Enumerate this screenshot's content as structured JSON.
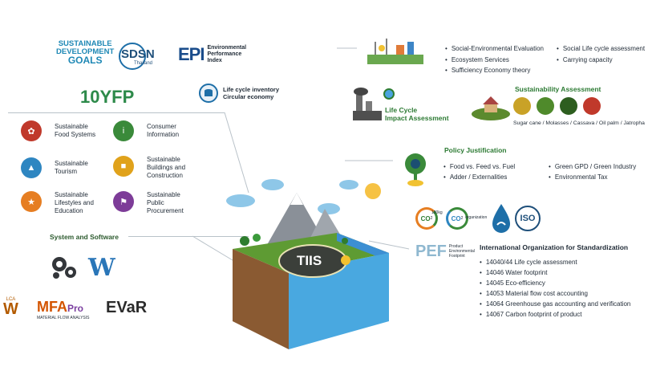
{
  "logos": {
    "sdg": [
      "SUSTAINABLE",
      "DEVELOPMENT",
      "GOALS"
    ],
    "sdsn": "SDSN",
    "sdsn_sub": "Thailand",
    "epi_mark": "EPI",
    "epi": [
      "Environmental",
      "Performance",
      "Index"
    ],
    "yfp": "10YFP",
    "lci": [
      "Life cycle inventory",
      "Circular economy"
    ]
  },
  "programmes": [
    {
      "label": [
        "Sustainable",
        "Food Systems"
      ],
      "color": "#c0392b"
    },
    {
      "label": [
        "Consumer",
        "Information"
      ],
      "color": "#3a8a3a"
    },
    {
      "label": [
        "Sustainable",
        "Tourism"
      ],
      "color": "#2e86c1"
    },
    {
      "label": [
        "Sustainable",
        "Buildings and",
        "Construction"
      ],
      "color": "#e0a21b"
    },
    {
      "label": [
        "Sustainable",
        "Lifestyles and",
        "Education"
      ],
      "color": "#e67e22"
    },
    {
      "label": [
        "Sustainable",
        "Public",
        "Procurement"
      ],
      "color": "#7d3c98"
    }
  ],
  "system": {
    "title": "System and Software",
    "mfa": "MFA",
    "mfa_pro": "Pro",
    "mfa_sub": "MATERIAL FLOW ANALYSIS",
    "evar": "EVaR",
    "lca_mark": "LCA"
  },
  "center": {
    "label": "TIIS"
  },
  "top_right": {
    "col1": [
      "Social-Environmental Evaluation",
      "Ecosystem Services",
      "Sufficiency Economy theory"
    ],
    "col2": [
      "Social Life cycle assessment",
      "Carrying capacity"
    ]
  },
  "lcia": [
    "Life Cycle",
    "Impact Assessment"
  ],
  "sustainability": {
    "title": "Sustainability Assessment",
    "crops": "Sugar cane / Molasses / Cassava / Oil palm / Jatropha",
    "icon_colors": [
      "#c9a227",
      "#4f8a2b",
      "#2d5e1f",
      "#c0392b"
    ]
  },
  "policy": {
    "title": "Policy Justification",
    "col1": [
      "Food vs. Feed vs. Fuel",
      "Adder / Externalities"
    ],
    "col2": [
      "Green GPD / Green Industry",
      "Environmental Tax"
    ]
  },
  "iso": {
    "pef": "PEF",
    "pef_sub": [
      "Product",
      "Environmental",
      "Footprint"
    ],
    "c1": "CO",
    "c1_sub": "2",
    "c1_note": "100kg",
    "c2": "CO",
    "c2_sub": "2",
    "c2_note": "organization",
    "iso_logo": "ISO",
    "title": "International Organization for Standardization",
    "items": [
      "14040/44 Life cycle assessment",
      "14046 Water footprint",
      "14045 Eco-efficiency",
      "14053 Material flow cost accounting",
      "14064 Greenhouse gas accounting and verification",
      "14067 Carbon footprint of product"
    ]
  }
}
